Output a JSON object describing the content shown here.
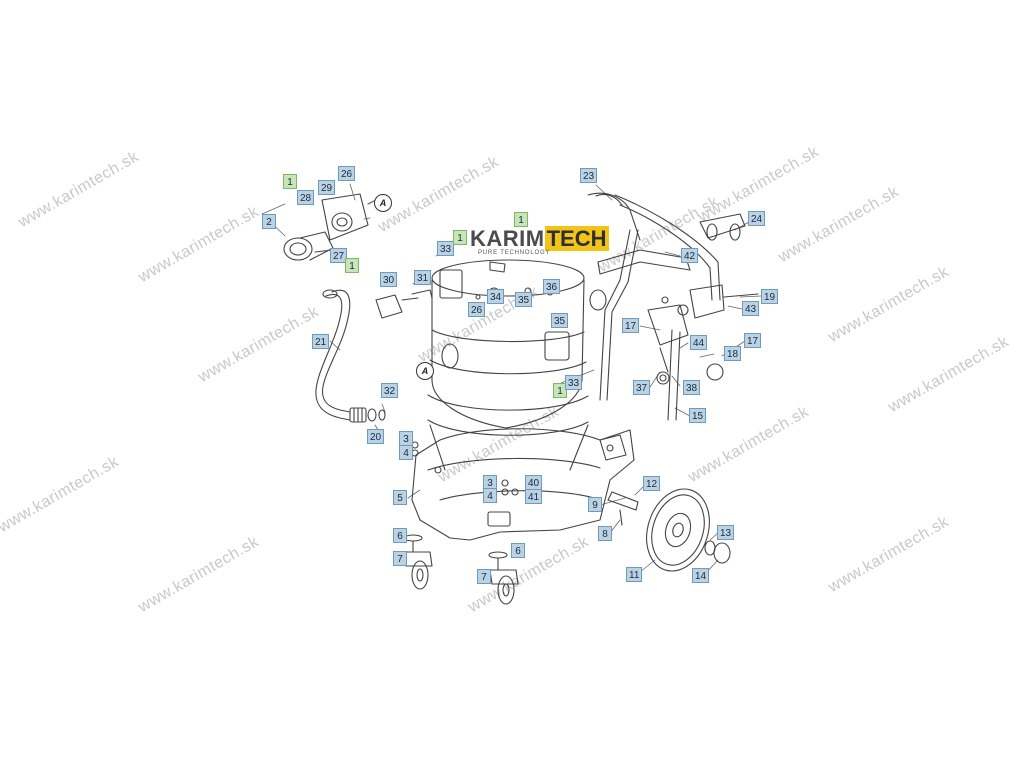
{
  "watermark": {
    "text": "www.karimtech.sk"
  },
  "logo": {
    "part_a": "KARIM",
    "part_b": "TECH",
    "tagline": "PURE TECHNOLOGY"
  },
  "markers": [
    {
      "label": "A"
    },
    {
      "label": "A"
    }
  ],
  "part_labels": [
    {
      "text": "1",
      "color": "green"
    },
    {
      "text": "28",
      "color": "blue"
    },
    {
      "text": "26",
      "color": "blue"
    },
    {
      "text": "29",
      "color": "blue"
    },
    {
      "text": "2",
      "color": "blue"
    },
    {
      "text": "27",
      "color": "blue"
    },
    {
      "text": "1",
      "color": "green"
    },
    {
      "text": "33",
      "color": "blue"
    },
    {
      "text": "1",
      "color": "green"
    },
    {
      "text": "1",
      "color": "green"
    },
    {
      "text": "31",
      "color": "blue"
    },
    {
      "text": "30",
      "color": "blue"
    },
    {
      "text": "34",
      "color": "blue"
    },
    {
      "text": "36",
      "color": "blue"
    },
    {
      "text": "35",
      "color": "blue"
    },
    {
      "text": "26",
      "color": "blue"
    },
    {
      "text": "35",
      "color": "blue"
    },
    {
      "text": "21",
      "color": "blue"
    },
    {
      "text": "23",
      "color": "blue"
    },
    {
      "text": "24",
      "color": "blue"
    },
    {
      "text": "42",
      "color": "blue"
    },
    {
      "text": "19",
      "color": "blue"
    },
    {
      "text": "43",
      "color": "blue"
    },
    {
      "text": "17",
      "color": "blue"
    },
    {
      "text": "44",
      "color": "blue"
    },
    {
      "text": "17",
      "color": "blue"
    },
    {
      "text": "18",
      "color": "blue"
    },
    {
      "text": "37",
      "color": "blue"
    },
    {
      "text": "38",
      "color": "blue"
    },
    {
      "text": "15",
      "color": "blue"
    },
    {
      "text": "1",
      "color": "green"
    },
    {
      "text": "33",
      "color": "blue"
    },
    {
      "text": "32",
      "color": "blue"
    },
    {
      "text": "20",
      "color": "blue"
    },
    {
      "text": "3",
      "color": "blue"
    },
    {
      "text": "4",
      "color": "blue"
    },
    {
      "text": "5",
      "color": "blue"
    },
    {
      "text": "3",
      "color": "blue"
    },
    {
      "text": "4",
      "color": "blue"
    },
    {
      "text": "40",
      "color": "blue"
    },
    {
      "text": "41",
      "color": "blue"
    },
    {
      "text": "9",
      "color": "blue"
    },
    {
      "text": "12",
      "color": "blue"
    },
    {
      "text": "8",
      "color": "blue"
    },
    {
      "text": "6",
      "color": "blue"
    },
    {
      "text": "6",
      "color": "blue"
    },
    {
      "text": "7",
      "color": "blue"
    },
    {
      "text": "7",
      "color": "blue"
    },
    {
      "text": "13",
      "color": "blue"
    },
    {
      "text": "11",
      "color": "blue"
    },
    {
      "text": "14",
      "color": "blue"
    }
  ]
}
